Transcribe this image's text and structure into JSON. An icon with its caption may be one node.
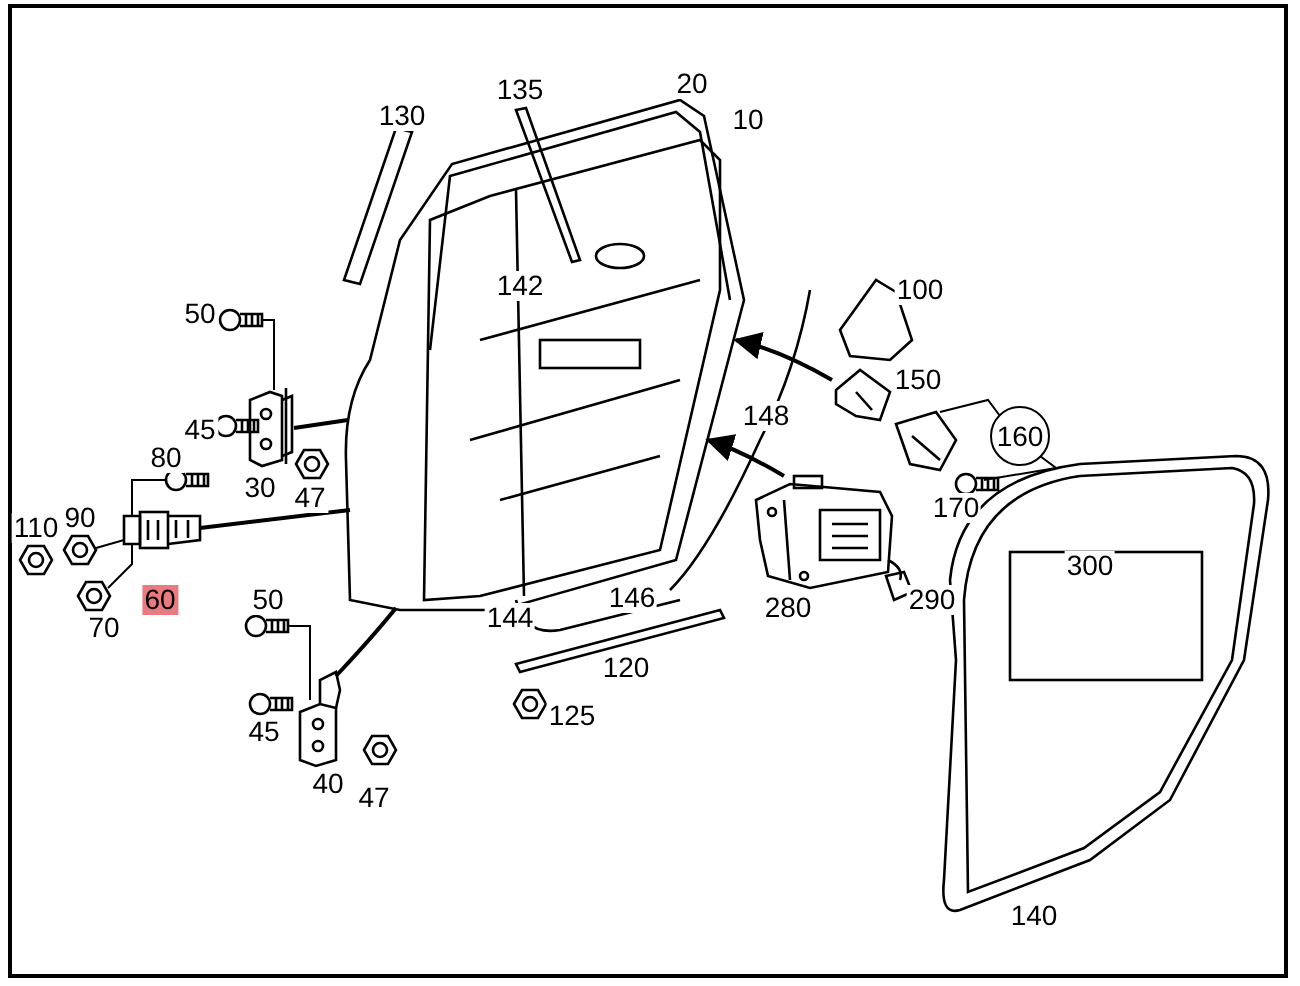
{
  "diagram": {
    "nodes": [
      {
        "text": [],
        "shape": "picture",
        "beside": [
          "10"
        ]
      },
      {
        "text": [],
        "shape": "picture",
        "beside": [
          "30"
        ]
      },
      {
        "text": [],
        "shape": "picture",
        "beside": [
          "60"
        ]
      },
      {
        "text": [],
        "shape": "picture",
        "beside": [
          "40"
        ]
      },
      {
        "text": [],
        "shape": "picture",
        "beside": [
          "150"
        ]
      },
      {
        "text": [],
        "shape": "picture",
        "beside": [
          "280"
        ]
      },
      {
        "text": [],
        "shape": "picture",
        "beside": [
          "50"
        ]
      },
      {
        "text": [],
        "shape": "picture",
        "beside": [
          "50"
        ]
      },
      {
        "text": [],
        "shape": "picture",
        "beside": [
          "80"
        ]
      },
      {
        "text": [],
        "shape": "picture",
        "beside": [
          "90"
        ]
      },
      {
        "text": [],
        "shape": "picture",
        "beside": [
          "70"
        ]
      }
    ],
    "edges": [
      {
        "from": 1,
        "to": 0,
        "arrow": "none"
      },
      {
        "from": 2,
        "to": 0,
        "arrow": "none"
      },
      {
        "from": 3,
        "to": 0,
        "arrow": "none"
      },
      {
        "from": 4,
        "to": 0,
        "arrow": "to"
      },
      {
        "from": 5,
        "to": 0,
        "arrow": "to"
      },
      {
        "from": 6,
        "to": 1,
        "arrow": "none"
      },
      {
        "from": 7,
        "to": 3,
        "arrow": "none"
      },
      {
        "from": 8,
        "to": 2,
        "arrow": "none"
      },
      {
        "from": 9,
        "to": 2,
        "arrow": "none"
      },
      {
        "from": 10,
        "to": 2,
        "arrow": "none"
      }
    ],
    "labels": [
      "135",
      "20",
      "130",
      "142",
      "100",
      "148",
      "45",
      "160",
      "47",
      "170",
      "110",
      "300",
      "146",
      "290",
      "144",
      "120",
      "125",
      "45",
      "47",
      "140"
    ]
  }
}
